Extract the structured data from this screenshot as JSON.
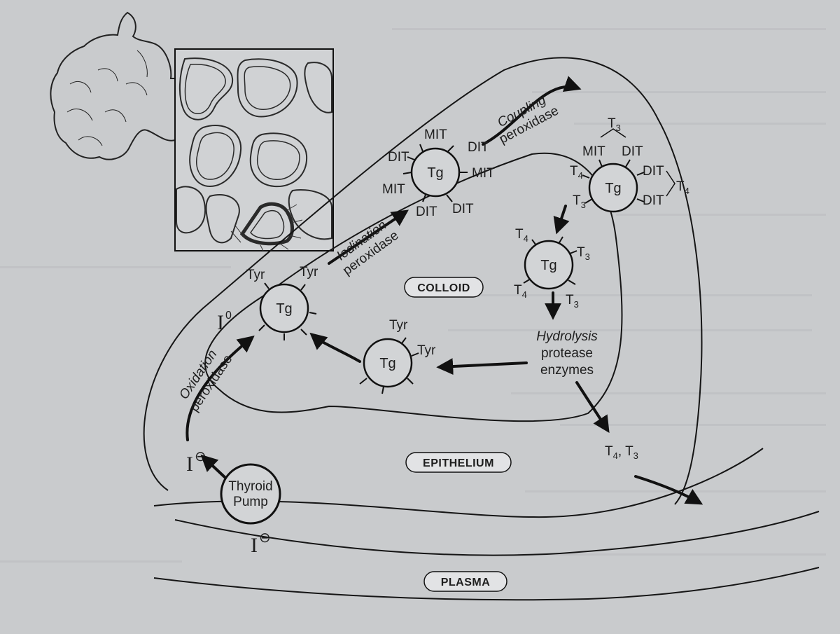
{
  "regions": {
    "colloid": "COLLOID",
    "epithelium": "EPITHELIUM",
    "plasma": "PLASMA"
  },
  "pump": {
    "line1": "Thyroid",
    "line2": "Pump"
  },
  "iodide": {
    "plasma": "I",
    "cell": "I",
    "elemental": "I"
  },
  "superscripts": {
    "iodide_charge": "⊖",
    "elemental_charge": "0"
  },
  "steps": {
    "oxidation": {
      "line1": "Oxidation",
      "line2": "peroxidase"
    },
    "iodination": {
      "line1": "Iodination",
      "line2": "peroxidase"
    },
    "coupling": {
      "line1": "Coupling",
      "line2": "peroxidase"
    },
    "hydrolysis": {
      "line1": "Hydrolysis",
      "line2": "protease",
      "line3": "enzymes"
    }
  },
  "molecules": {
    "tg": "Tg",
    "tyr": "Tyr",
    "mit": "MIT",
    "dit": "DIT",
    "t3": "T3",
    "t4": "T4",
    "t3_base": "T",
    "t3_sub": "3",
    "t4_base": "T",
    "t4_sub": "4",
    "released": {
      "t4_base": "T",
      "t4_sub": "4",
      "sep": ", ",
      "t3_base": "T",
      "t3_sub": "3"
    }
  }
}
